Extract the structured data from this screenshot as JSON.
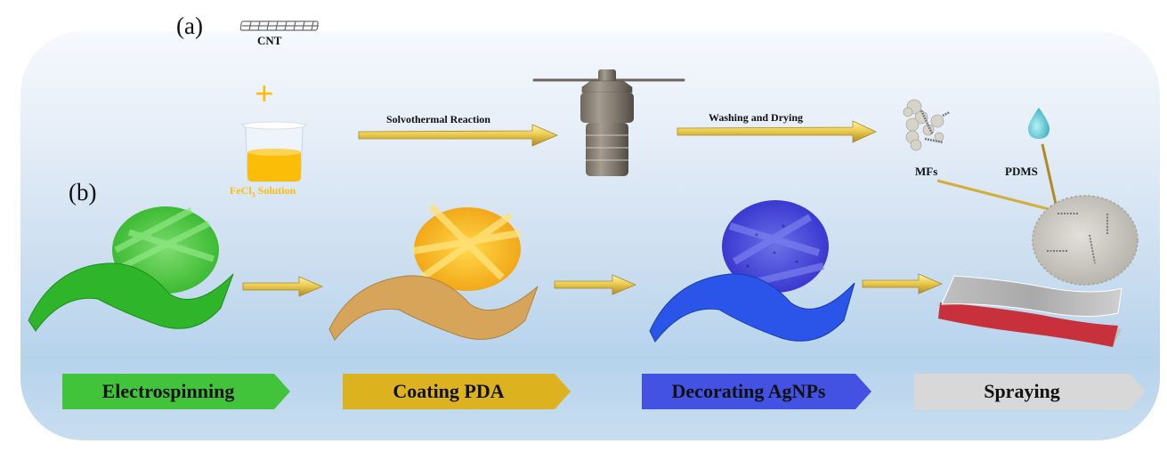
{
  "figure": {
    "panel_a": {
      "letter": "(a)",
      "cnt_label": "CNT",
      "plus_symbol": "+",
      "solution_label_main": "FeCl",
      "solution_label_sub": "3",
      "solution_label_rest": " Solution",
      "arrow1_label": "Solvothermal Reaction",
      "arrow2_label": "Washing and Drying",
      "mfs_label": "MFs",
      "pdms_label": "PDMS"
    },
    "panel_b": {
      "letter": "(b)",
      "steps": [
        {
          "label": "Electrospinning",
          "color": "#42c43a"
        },
        {
          "label": "Coating PDA",
          "color": "#dcb21e"
        },
        {
          "label": "Decorating AgNPs",
          "color": "#4352e2"
        },
        {
          "label": "Spraying",
          "color": "#d8d8d8"
        }
      ]
    },
    "colors": {
      "arrow_gold": "#e8c94a",
      "solution_yellow": "#fbbd08",
      "fiber_green": "#2fb52a",
      "fiber_tan": "#d6a55a",
      "fiber_blue": "#2a55e8",
      "fiber_red": "#c8313b",
      "autoclave_gray": "#7a7268"
    }
  }
}
